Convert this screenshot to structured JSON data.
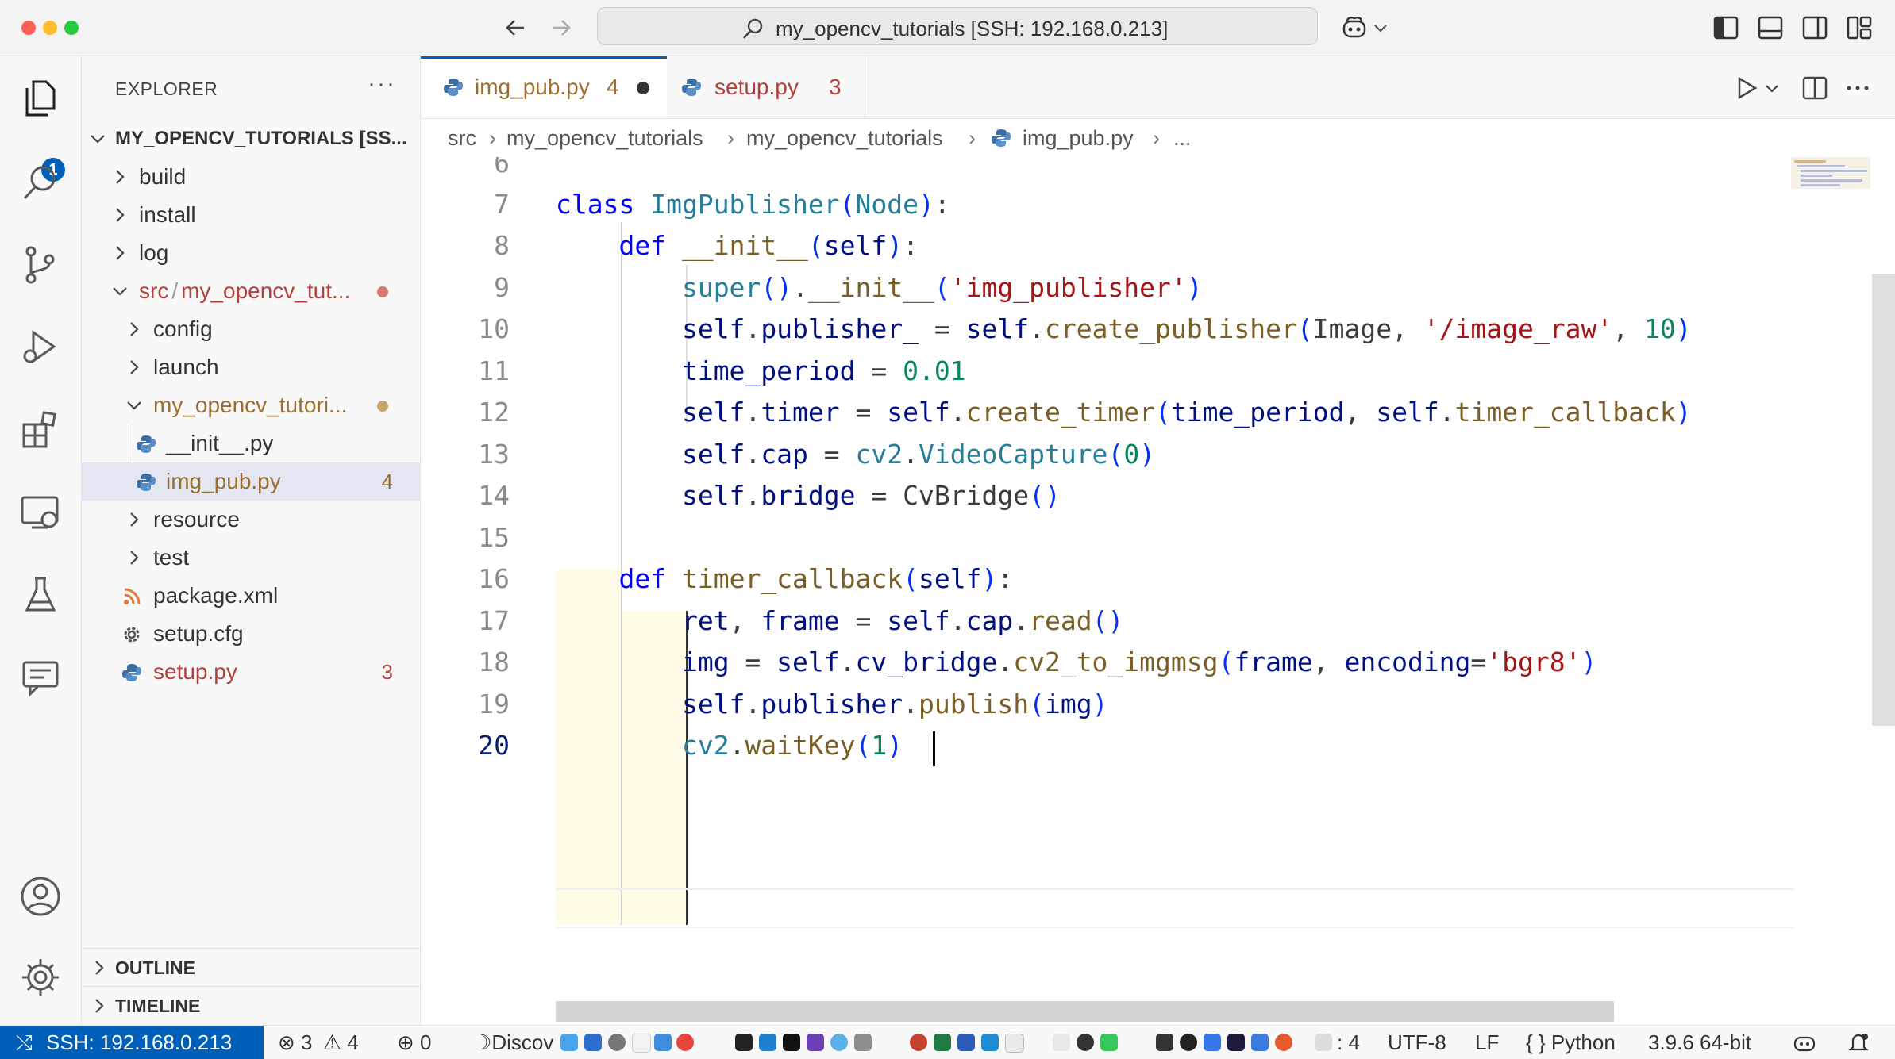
{
  "window": {
    "title": "my_opencv_tutorials [SSH: 192.168.0.213]"
  },
  "colors": {
    "accent": "#005fb8",
    "modified": "#c0504d",
    "remote_bg": "#005fb8"
  },
  "activity_bar": {
    "explorer_badge": "1",
    "items": [
      "explorer-icon",
      "search-icon",
      "source-control-icon",
      "run-debug-icon",
      "extensions-icon",
      "remote-explorer-icon",
      "testing-icon",
      "chat-icon",
      "account-icon",
      "settings-gear-icon"
    ]
  },
  "sidebar": {
    "title": "EXPLORER",
    "more": "···",
    "root": "MY_OPENCV_TUTORIALS [SS...",
    "tree": [
      {
        "label": "build"
      },
      {
        "label": "install"
      },
      {
        "label": "log"
      },
      {
        "label_a": "src",
        "label_sep": "/",
        "label_b": "my_opencv_tut..."
      },
      {
        "label": "config"
      },
      {
        "label": "launch"
      },
      {
        "label": "my_opencv_tutori..."
      },
      {
        "label": "__init__.py"
      },
      {
        "label": "img_pub.py",
        "badge": "4"
      },
      {
        "label": "resource"
      },
      {
        "label": "test"
      },
      {
        "label": "package.xml"
      },
      {
        "label": "setup.cfg"
      },
      {
        "label": "setup.py",
        "badge": "3"
      }
    ],
    "outline": "OUTLINE",
    "timeline": "TIMELINE"
  },
  "tabs": [
    {
      "label": "img_pub.py",
      "badge": "4",
      "dirty": true,
      "active": true
    },
    {
      "label": "setup.py",
      "badge": "3",
      "dirty": false,
      "active": false
    }
  ],
  "breadcrumb": [
    "src",
    "my_opencv_tutorials",
    "my_opencv_tutorials",
    "img_pub.py",
    "..."
  ],
  "code": {
    "line_numbers": [
      "6",
      "7",
      "8",
      "9",
      "10",
      "11",
      "12",
      "13",
      "14",
      "15",
      "16",
      "17",
      "18",
      "19",
      "20"
    ],
    "current_line": "20"
  },
  "status_bar": {
    "remote": "SSH: 192.168.0.213",
    "errors": "3",
    "warnings": "4",
    "ports": "0",
    "discover": "Discov",
    "spaces": ": 4",
    "encoding": "UTF-8",
    "eol": "LF",
    "language": "Python",
    "interpreter": "3.9.6 64-bit"
  }
}
